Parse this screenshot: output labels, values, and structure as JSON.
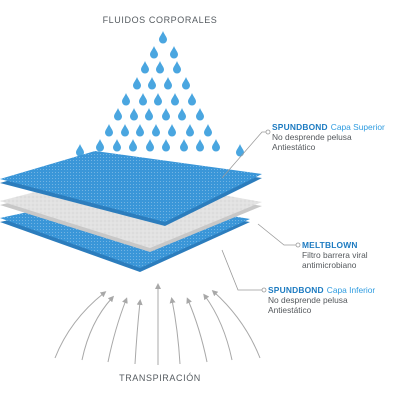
{
  "title_top": "FLUIDOS CORPORALES",
  "title_bottom": "TRANSPIRACIÓN",
  "colors": {
    "blue_layer": "#3a96d8",
    "blue_layer_dark": "#2c7dbd",
    "white_layer": "#dcdcdc",
    "drop": "#4aa6e0",
    "arrow": "#a8a8a8",
    "leader": "#9a9a9a"
  },
  "layers": [
    {
      "name": "SPUNDBOND",
      "qualifier": "Capa Superior",
      "lines": [
        "No desprende pelusa",
        "Antiestático"
      ]
    },
    {
      "name": "MELTBLOWN",
      "qualifier": "",
      "lines": [
        "Filtro barrera viral",
        "antimicrobiano"
      ]
    },
    {
      "name": "SPUNDBOND",
      "qualifier": "Capa Inferior",
      "lines": [
        "No desprende pelusa",
        "Antiestático"
      ]
    }
  ],
  "icons": {
    "drop": "water-drop-icon",
    "arrow": "curved-arrow-icon"
  }
}
